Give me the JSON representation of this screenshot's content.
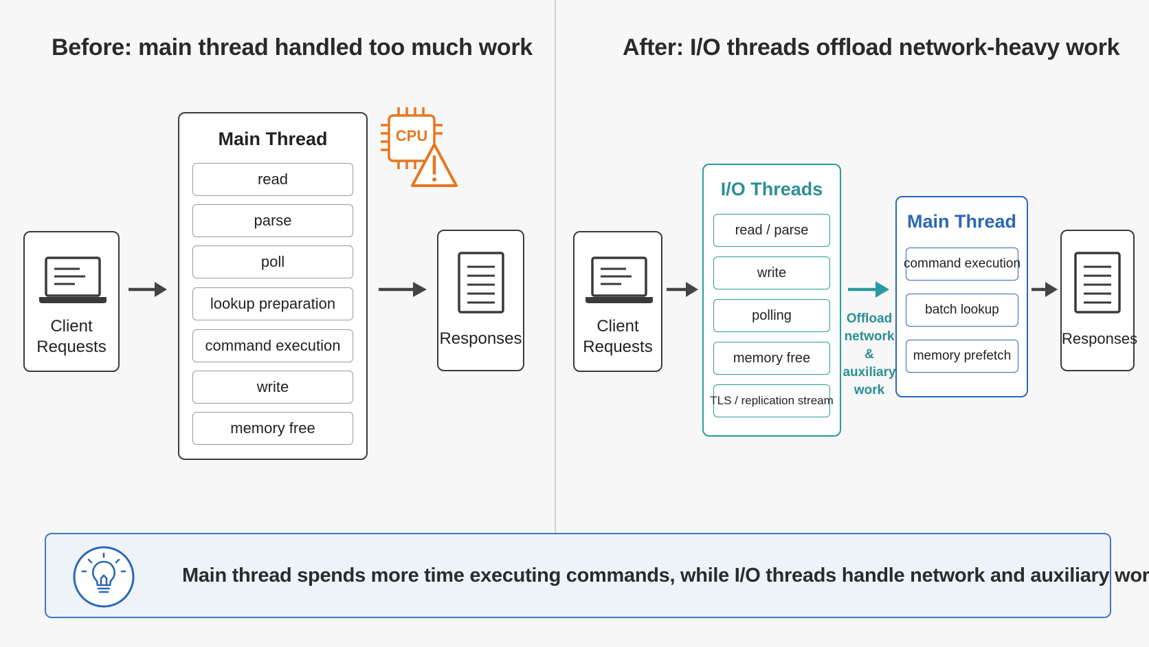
{
  "before": {
    "heading": "Before: main thread handled too much work",
    "client_label_line1": "Client",
    "client_label_line2": "Requests",
    "main_thread": {
      "title": "Main Thread",
      "tasks": [
        "read",
        "parse",
        "poll",
        "lookup preparation",
        "command execution",
        "write",
        "memory free"
      ]
    },
    "cpu_badge": "CPU",
    "responses_label": "Responses"
  },
  "after": {
    "heading": "After: I/O threads offload network-heavy work",
    "client_label_line1": "Client",
    "client_label_line2": "Requests",
    "io_threads": {
      "title": "I/O Threads",
      "tasks": [
        "read / parse",
        "write",
        "polling",
        "memory free",
        "TLS / replication stream"
      ]
    },
    "offload_label": [
      "Offload",
      "network &",
      "auxiliary",
      "work"
    ],
    "main_thread": {
      "title": "Main Thread",
      "tasks": [
        "command execution",
        "batch lookup",
        "memory prefetch"
      ]
    },
    "responses_label": "Responses"
  },
  "note": {
    "text": "Main thread spends more time executing commands, while I/O threads handle network and auxiliary work."
  },
  "colors": {
    "teal": "#2b9a9e",
    "blue": "#2a67b5",
    "warning_orange": "#e8761f",
    "dark": "#3a3a3a"
  }
}
